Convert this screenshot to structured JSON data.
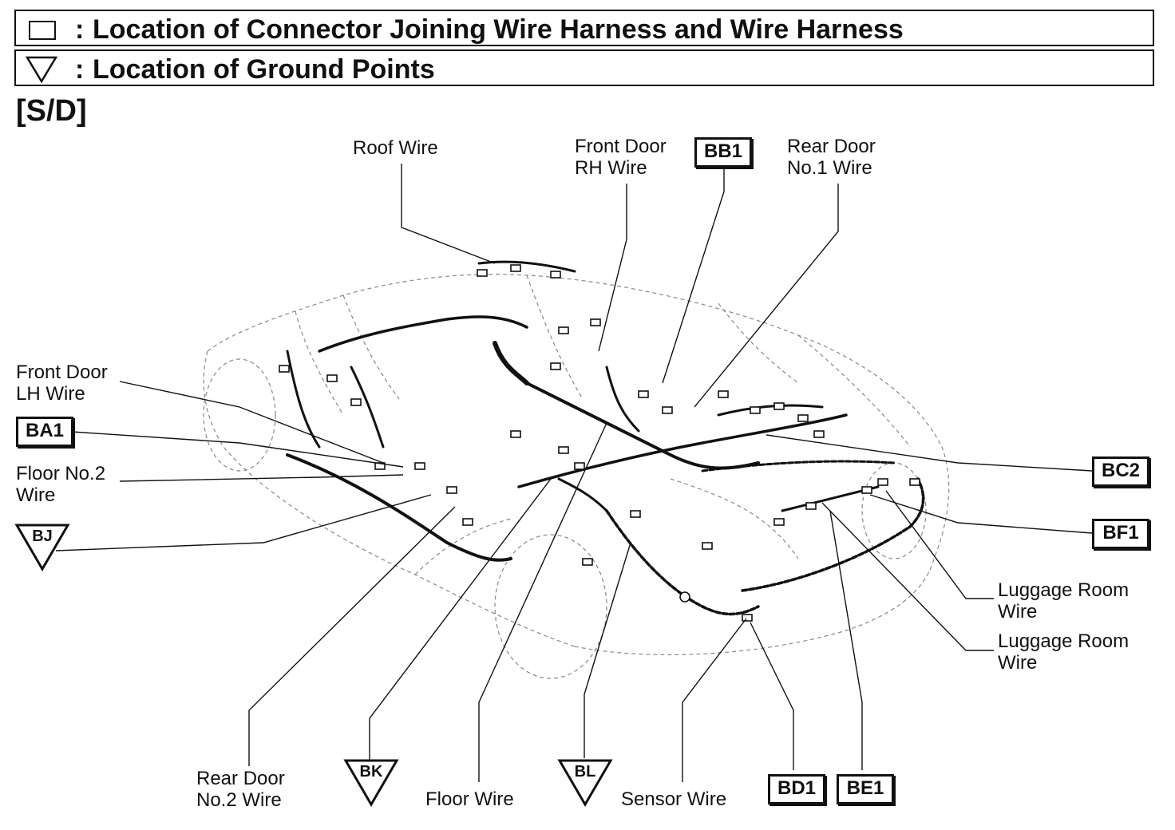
{
  "legend": {
    "connector": "Location of Connector Joining Wire Harness and Wire Harness",
    "ground": "Location of Ground Points",
    "colon": ":"
  },
  "variant": "[S/D]",
  "wires": {
    "roof": "Roof Wire",
    "front_door_rh_1": "Front Door",
    "front_door_rh_2": "RH Wire",
    "rear_door_1_1": "Rear Door",
    "rear_door_1_2": "No.1 Wire",
    "front_door_lh_1": "Front Door",
    "front_door_lh_2": "LH Wire",
    "floor_no2_1": "Floor No.2",
    "floor_no2_2": "Wire",
    "luggage_a_1": "Luggage Room",
    "luggage_a_2": "Wire",
    "luggage_b_1": "Luggage Room",
    "luggage_b_2": "Wire",
    "rear_door_2_1": "Rear Door",
    "rear_door_2_2": "No.2 Wire",
    "floor": "Floor Wire",
    "sensor": "Sensor Wire"
  },
  "connectors": {
    "bb1": "BB1",
    "ba1": "BA1",
    "bc2": "BC2",
    "bf1": "BF1",
    "bd1": "BD1",
    "be1": "BE1"
  },
  "grounds": {
    "bj": "BJ",
    "bk": "BK",
    "bl": "BL"
  }
}
